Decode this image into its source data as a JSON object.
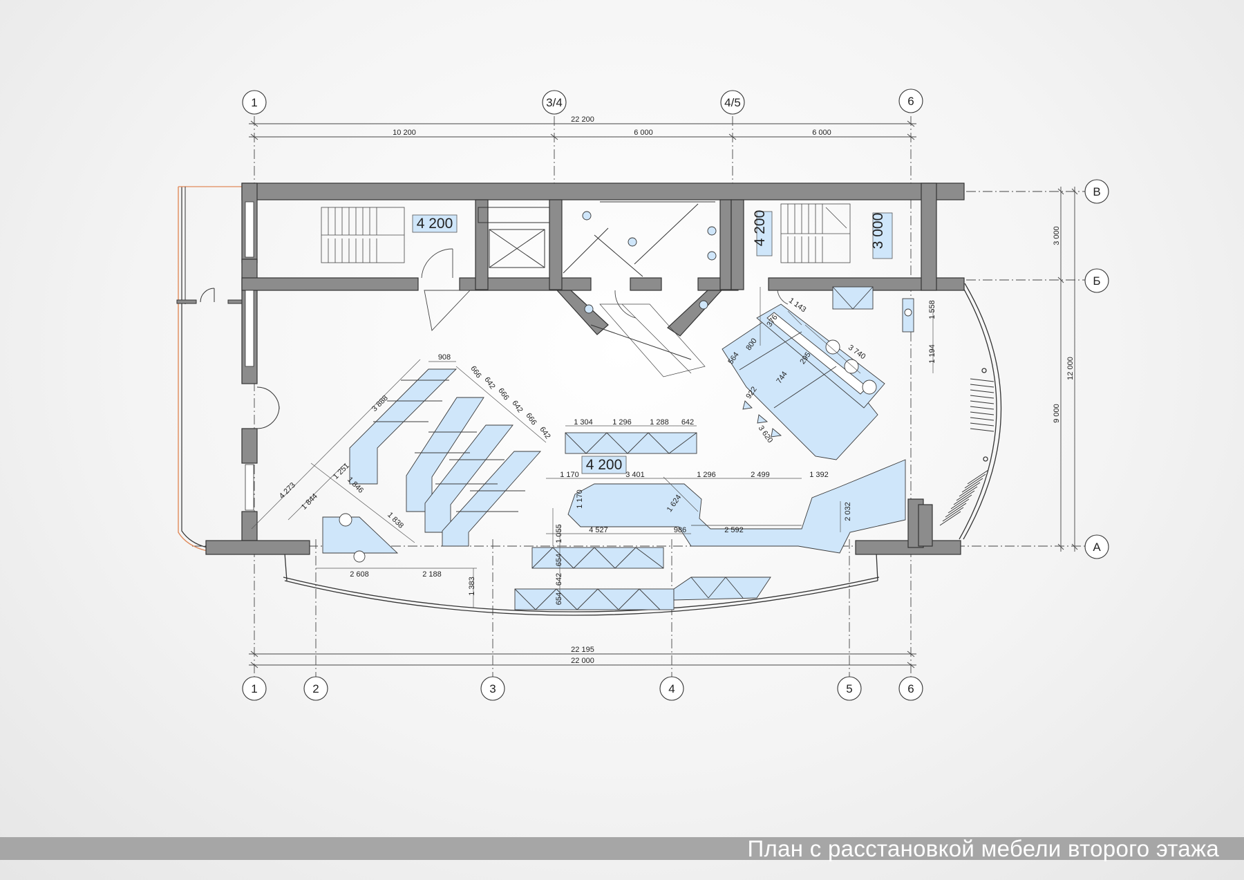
{
  "title": "План с расстановкой мебели второго этажа",
  "axes": {
    "top": [
      "1",
      "3/4",
      "4/5",
      "6"
    ],
    "bottom": [
      "1",
      "2",
      "3",
      "4",
      "5",
      "6"
    ],
    "right": [
      "В",
      "Б",
      "А"
    ]
  },
  "dims": {
    "top_total": "22 200",
    "top_a": "10 200",
    "top_b": "6 000",
    "top_c": "6 000",
    "right_a": "3 000",
    "right_b": "9 000",
    "right_total": "12 000",
    "bottom_a": "22 195",
    "bottom_b": "22 000",
    "d_1558": "1 558",
    "d_1194": "1 194",
    "d_1143": "1 143",
    "d_376": "376",
    "d_3740": "3 740",
    "d_564": "564",
    "d_800": "800",
    "d_295": "295",
    "d_922": "922",
    "d_744": "744",
    "d_3620": "3 620",
    "d_908": "908",
    "d_3888": "3 888",
    "d_666a": "666",
    "d_642a": "642",
    "d_666b": "666",
    "d_642b": "642",
    "d_666c": "666",
    "d_642c": "642",
    "d_4273": "4 273",
    "d_1251": "1 251",
    "d_1844": "1 844",
    "d_1846": "1 846",
    "d_1838": "1 838",
    "d_1304": "1 304",
    "d_1296a": "1 296",
    "d_1288": "1 288",
    "d_642d": "642",
    "d_1170a": "1 170",
    "d_3401": "3 401",
    "d_1296b": "1 296",
    "d_2499": "2 499",
    "d_1392": "1 392",
    "d_1170b": "1 170",
    "d_1624": "1 624",
    "d_2032": "2 032",
    "d_1055": "1 055",
    "d_4527": "4 527",
    "d_986": "986",
    "d_2592": "2 592",
    "d_654a": "654",
    "d_642e": "642",
    "d_654b": "654",
    "d_2608": "2 608",
    "d_2188": "2 188",
    "d_1383": "1 383"
  },
  "heights": {
    "h1": "4 200",
    "h2": "4 200",
    "h3": "3 000",
    "h4": "4 200"
  },
  "colors": {
    "wall": "#8c8c8c",
    "wall_stroke": "#333333",
    "furniture": "#cfe6fa",
    "furniture_stroke": "#3a3a3a",
    "title_bar": "#a6a6a6",
    "title_text": "#ffffff",
    "accent_orange": "#e08a5a"
  }
}
